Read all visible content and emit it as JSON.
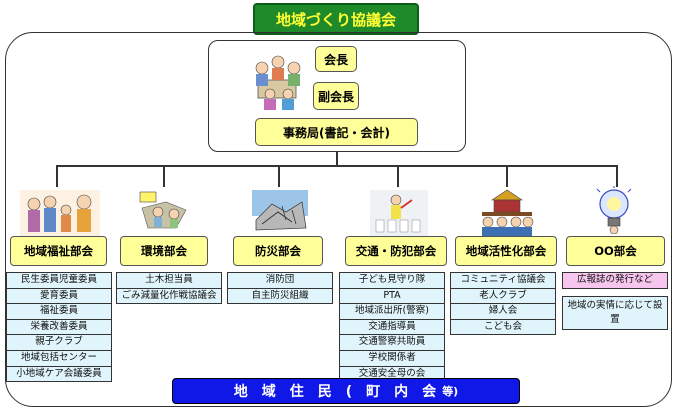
{
  "title": "地域づくり協議会",
  "leadership": {
    "chair": "会長",
    "vice_chair": "副会長",
    "secretariat": "事務局(書記・会計)"
  },
  "departments": [
    {
      "name": "地域福祉部会",
      "items": [
        "民生委員児童委員",
        "愛育委員",
        "福祉委員",
        "栄養改善委員",
        "親子クラブ",
        "地域包括センター",
        "小地域ケア会議委員"
      ]
    },
    {
      "name": "環境部会",
      "items": [
        "土木担当員",
        "ごみ減量化作戦協議会"
      ]
    },
    {
      "name": "防災部会",
      "items": [
        "消防団",
        "自主防災組織"
      ]
    },
    {
      "name": "交通・防犯部会",
      "items": [
        "子ども見守り隊",
        "PTA",
        "地域派出所(警察)",
        "交通指導員",
        "交通警察共助員",
        "学校関係者",
        "交通安全母の会"
      ]
    },
    {
      "name": "地域活性化部会",
      "items": [
        "コミュニティ協議会",
        "老人クラブ",
        "婦人会",
        "こども会"
      ]
    },
    {
      "name": "OO部会",
      "highlight": "広報誌の発行など",
      "note": "地域の実情に応じて設置"
    }
  ],
  "residents": {
    "main": "地域住民(町内会",
    "suffix": "等)"
  },
  "colors": {
    "title_bg": "#1f8a2a",
    "title_text": "#ffff33",
    "box_yellow": "#ffff99",
    "item_blue": "#e0f4fb",
    "highlight_pink": "#f7c6ef",
    "residents_bg": "#1018e8"
  }
}
